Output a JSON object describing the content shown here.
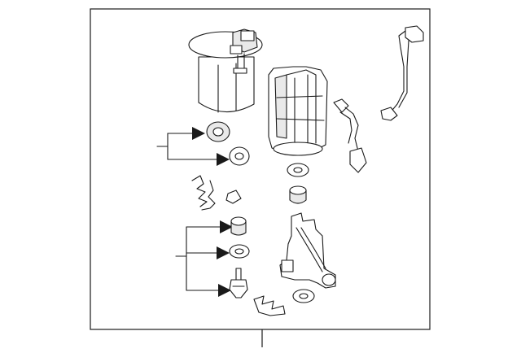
{
  "diagram": {
    "callouts": [],
    "colors": {
      "line": "#1a1a1a",
      "background": "#ffffff",
      "shade": "#e9e9e9"
    },
    "parts": [
      "fuel-pump-module-top",
      "pump-housing",
      "wire-harness",
      "sender-connector",
      "pump-grommet",
      "seal-washer",
      "o-ring",
      "retaining-clip",
      "small-cap",
      "filter-cap",
      "pressure-regulator-bracket",
      "regulator-washer",
      "regulator-valve",
      "lock-clip",
      "bracket-gasket"
    ]
  }
}
